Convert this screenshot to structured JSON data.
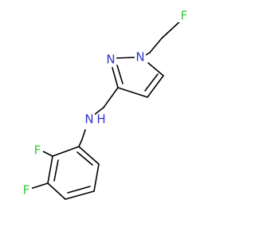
{
  "molecule": {
    "colors": {
      "carbon_bond": "#000000",
      "nitrogen": "#3333cc",
      "fluorine": "#33cc33"
    },
    "atoms": {
      "F_ethyl": "F",
      "N1_pyrazole": "N",
      "N2_pyrazole": "N",
      "N_amine": "N",
      "H_amine": "H",
      "F_ring_2": "F",
      "F_ring_3": "F"
    }
  }
}
